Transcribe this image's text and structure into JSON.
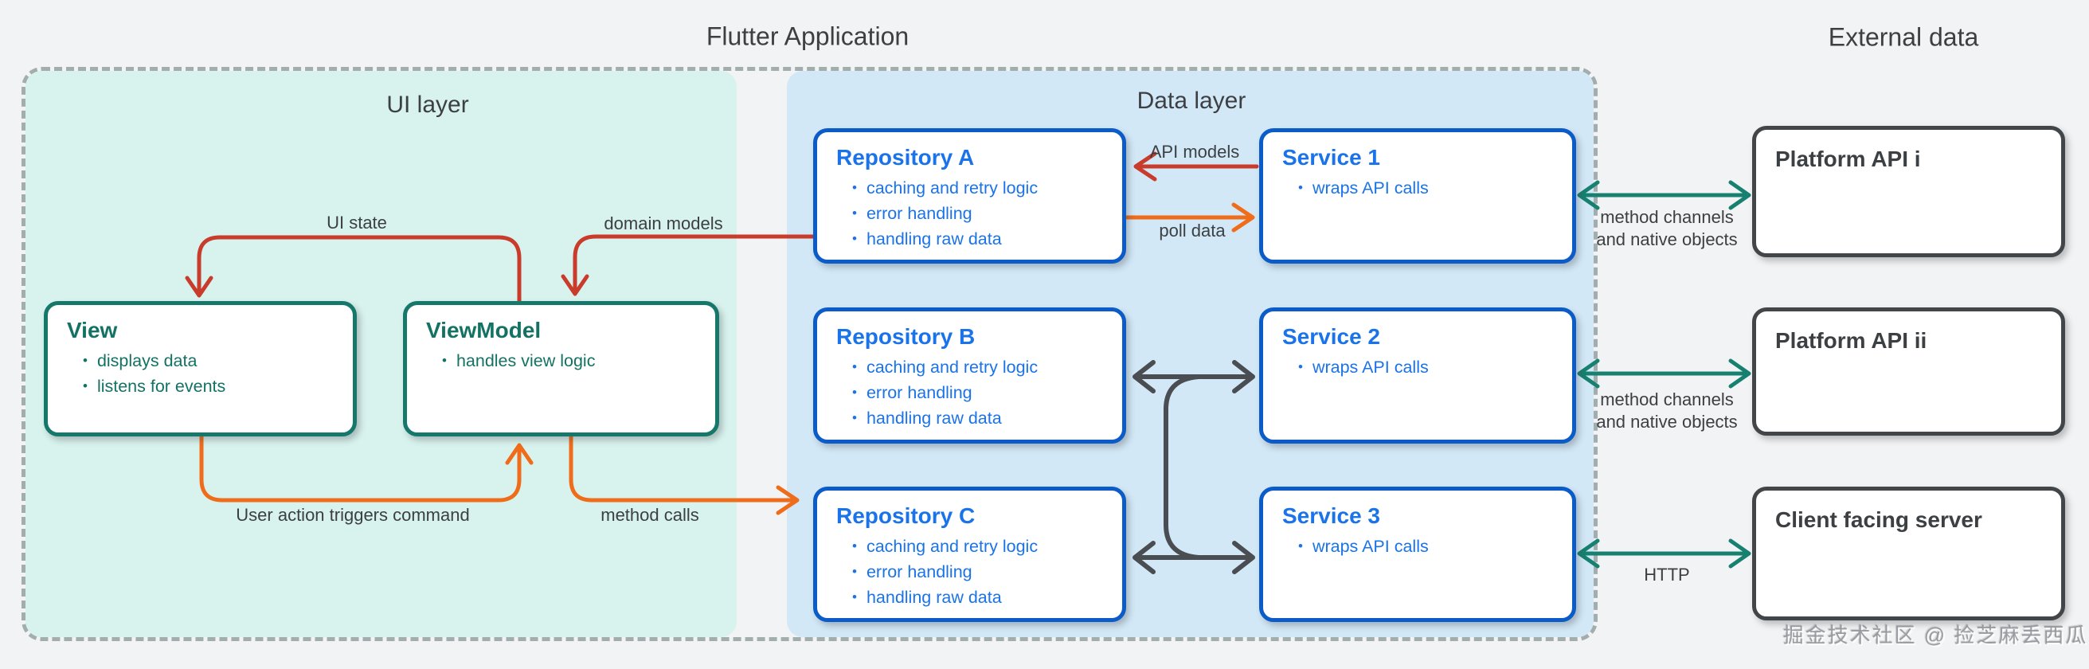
{
  "header": {
    "flutter_app_title": "Flutter Application",
    "external_data_title": "External data"
  },
  "layers": {
    "ui_layer_title": "UI layer",
    "data_layer_title": "Data layer"
  },
  "boxes": {
    "view": {
      "title": "View",
      "bullets": [
        "displays data",
        "listens for events"
      ]
    },
    "viewmodel": {
      "title": "ViewModel",
      "bullets": [
        "handles view logic"
      ]
    },
    "repository_a": {
      "title": "Repository A",
      "bullets": [
        "caching and retry logic",
        "error handling",
        "handling raw data"
      ]
    },
    "repository_b": {
      "title": "Repository B",
      "bullets": [
        "caching and retry logic",
        "error handling",
        "handling raw data"
      ]
    },
    "repository_c": {
      "title": "Repository C",
      "bullets": [
        "caching and retry logic",
        "error handling",
        "handling raw data"
      ]
    },
    "service_1": {
      "title": "Service 1",
      "bullets": [
        "wraps API calls"
      ]
    },
    "service_2": {
      "title": "Service 2",
      "bullets": [
        "wraps API calls"
      ]
    },
    "service_3": {
      "title": "Service 3",
      "bullets": [
        "wraps API calls"
      ]
    },
    "platform_api_i": {
      "title": "Platform API i"
    },
    "platform_api_ii": {
      "title": "Platform API ii"
    },
    "client_facing_server": {
      "title": "Client facing server"
    }
  },
  "arrow_labels": {
    "ui_state": "UI state",
    "domain_models": "domain models",
    "user_action": "User action triggers command",
    "method_calls": "method calls",
    "api_models": "API models",
    "poll_data": "poll data",
    "method_channels": {
      "lines": [
        "method channels",
        "and native objects"
      ]
    },
    "http": "HTTP"
  },
  "watermark": "掘金技术社区 @ 捡芝麻丢西瓜",
  "colors": {
    "page_bg": "#f1f3f4",
    "ui_layer_bg": "#d8f2ee",
    "data_layer_bg": "#d2e8f7",
    "dashed_border": "#a3adae",
    "teal_box_border": "#16786b",
    "teal_text": "#137264",
    "blue_box_border": "#0b5bc8",
    "blue_text": "#1a73e8",
    "dark_box_border": "#424649",
    "label_text": "#3c4043",
    "red_arrow": "#c93b2b",
    "orange_arrow": "#ef6c1a",
    "dark_arrow": "#4a4d51",
    "teal_arrow": "#17806f"
  }
}
